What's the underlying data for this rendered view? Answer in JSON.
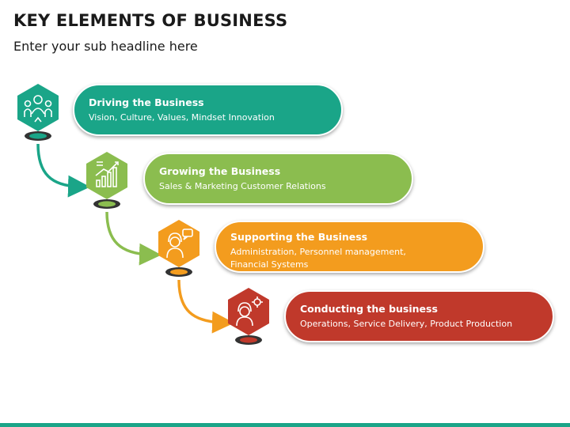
{
  "title": "KEY ELEMENTS OF BUSINESS",
  "subtitle": "Enter your sub headline here",
  "colors": {
    "teal": "#1aa588",
    "green": "#8bbd4f",
    "orange": "#f39c1e",
    "red": "#c0392b",
    "bottom_bar": "#1aa588"
  },
  "steps": [
    {
      "heading": "Driving the Business",
      "description": "Vision, Culture, Values, Mindset Innovation",
      "icon": "leadership-icon",
      "color": "#1aa588"
    },
    {
      "heading": "Growing the Business",
      "description": "Sales & Marketing Customer Relations",
      "icon": "growth-chart-icon",
      "color": "#8bbd4f"
    },
    {
      "heading": "Supporting the Business",
      "description": "Administration, Personnel management, Financial Systems",
      "icon": "support-agent-icon",
      "color": "#f39c1e"
    },
    {
      "heading": "Conducting the business",
      "description": "Operations, Service Delivery, Product Production",
      "icon": "operations-person-icon",
      "color": "#c0392b"
    }
  ]
}
